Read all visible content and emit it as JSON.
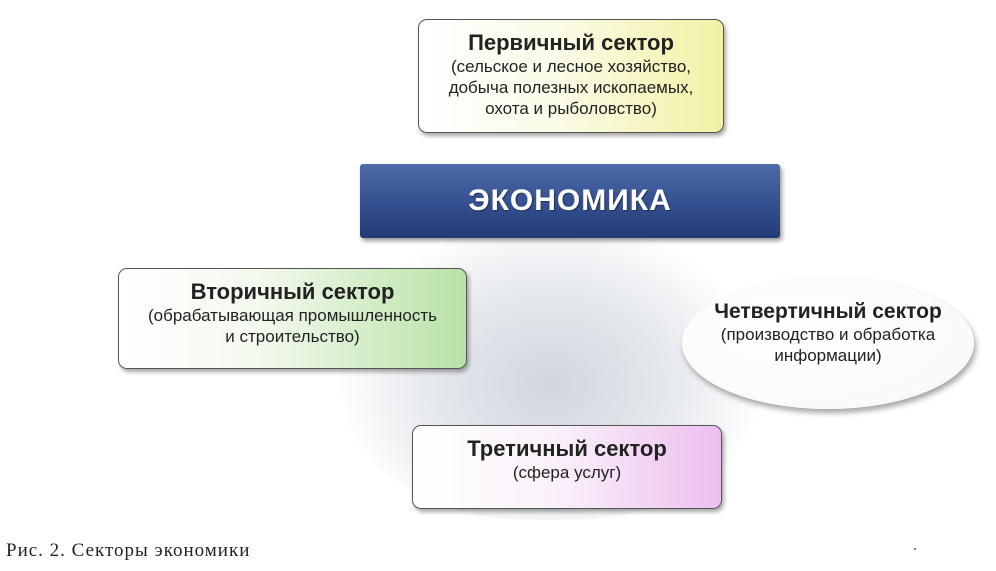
{
  "sectors": {
    "primary": {
      "title": "Первичный сектор",
      "lines": [
        "(сельское и лесное хозяйство,",
        "добыча полезных ископаемых,",
        "охота и рыболовство)"
      ]
    },
    "center": {
      "title": "ЭКОНОМИКА"
    },
    "secondary": {
      "title": "Вторичный сектор",
      "lines": [
        "(обрабатывающая промышленность",
        "и строительство)"
      ]
    },
    "quaternary": {
      "title": "Четвертичный сектор",
      "lines": [
        "(производство и обработка",
        "информации)"
      ]
    },
    "tertiary": {
      "title": "Третичный сектор",
      "lines": [
        "(сфера услуг)"
      ]
    }
  },
  "caption": "Рис. 2. Секторы экономики",
  "colors": {
    "center_fill": "#344f8f",
    "primary_accent": "#f2f1a4",
    "secondary_accent": "#b8e3a6",
    "tertiary_accent": "#ecbfee"
  }
}
